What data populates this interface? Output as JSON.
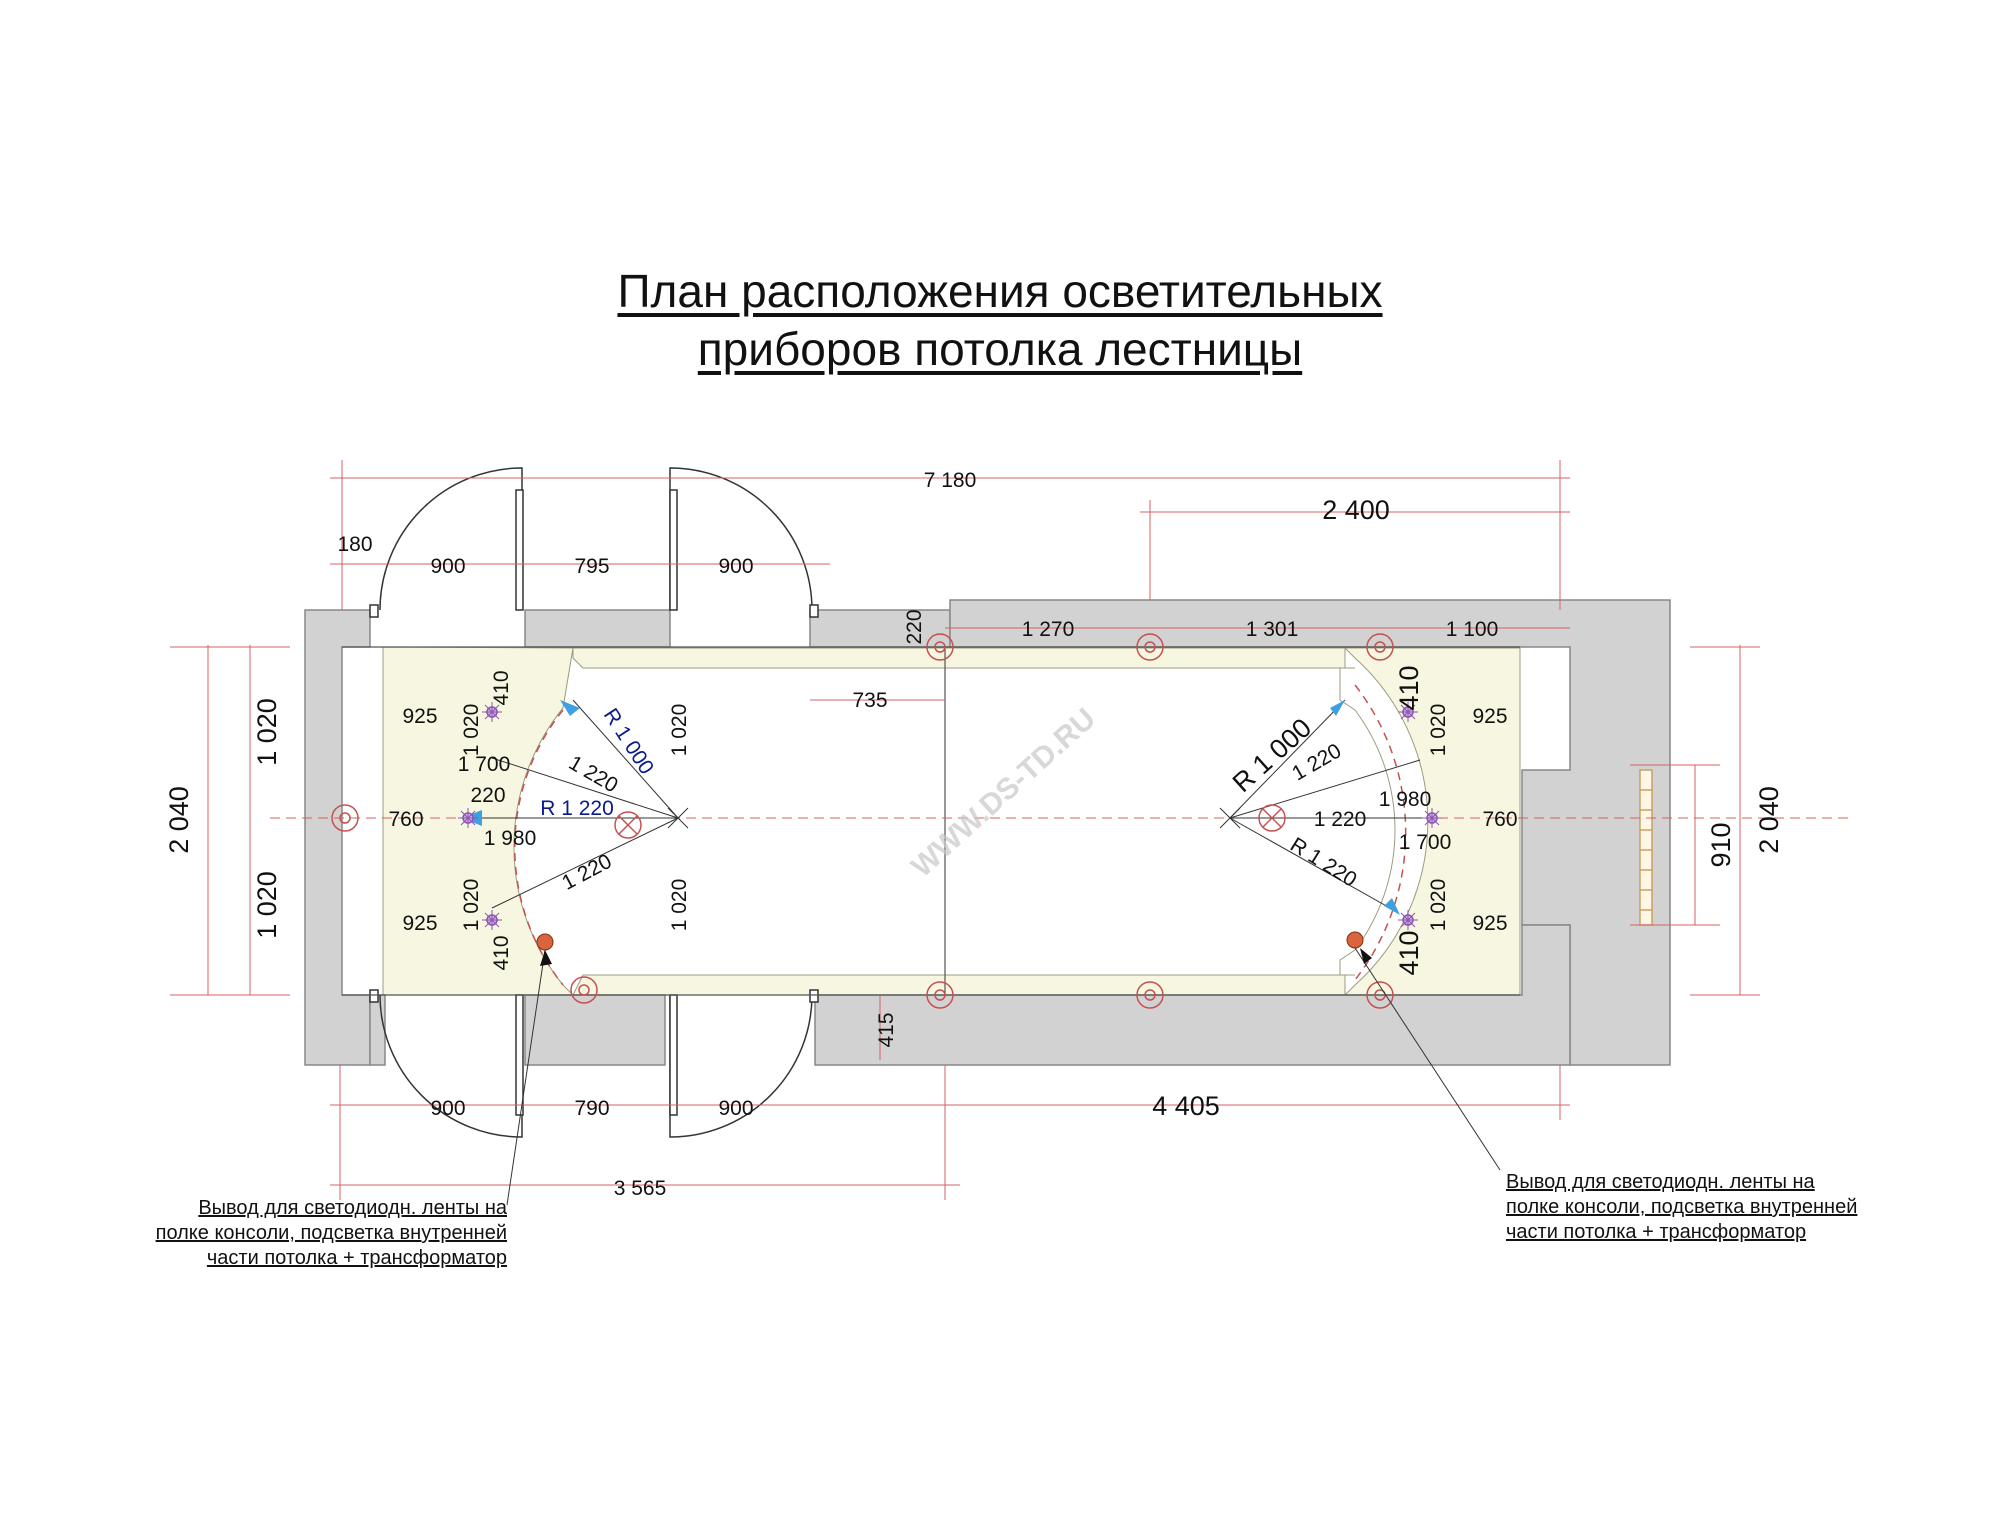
{
  "title": {
    "line1": "План расположения осветительных",
    "line2": "приборов потолка лестницы"
  },
  "watermark": "WWW.DS-TD.RU",
  "dimensions": {
    "overall_length": "7 180",
    "right_segment": "2 400",
    "top_wall_offset": "180",
    "door_top_left": "900",
    "between_doors_top": "795",
    "door_top_right": "900",
    "bottom_door_left": "900",
    "between_doors_bottom": "790",
    "bottom_door_right": "900",
    "bottom_left_total": "3 565",
    "bottom_right_total": "4 405",
    "top_recess": "220",
    "top_span_1": "1 270",
    "top_span_2": "1 301",
    "top_span_3": "1 100",
    "fixture_offset": "735",
    "bottom_recess": "415",
    "left_height_total": "2 040",
    "left_height_top": "1 020",
    "left_height_bottom": "1 020",
    "right_height_total": "2 040",
    "window_width": "910",
    "left": {
      "shelf_top": "925",
      "shelf_bottom": "925",
      "shelf_mid": "760",
      "arc_top": "410",
      "arc_bottom": "410",
      "inner_top": "1 020",
      "inner_bottom": "1 020",
      "center_top": "1 020",
      "center_bottom": "1 020",
      "span_1700": "1 700",
      "step_220": "220",
      "span_1980": "1 980",
      "radius_1220_upper": "1 220",
      "radius_1220_lower": "1 220",
      "radius_outer": "R 1 000",
      "radius_inner": "R 1 220"
    },
    "right": {
      "shelf_top": "925",
      "shelf_bottom": "925",
      "shelf_mid": "760",
      "arc_top": "410",
      "arc_bottom": "410",
      "inner_top": "1 020",
      "inner_bottom": "1 020",
      "span_1980": "1 980",
      "span_1700": "1 700",
      "span_1220_mid": "1 220",
      "radius_1220_upper": "1 220",
      "radius_outer": "R 1 000",
      "radius_inner": "R 1 220"
    }
  },
  "notes": {
    "left": [
      "Вывод для светодиодн. ленты на",
      "полке консоли, подсветка внутренней",
      "части потолка + трансформатор"
    ],
    "right": [
      "Вывод для светодиодн. ленты на",
      "полке консоли, подсветка внутренней",
      "части потолка + трансформатор"
    ]
  },
  "colors": {
    "wall": "#d2d2d2",
    "ceiling_shelf": "#f7f6e1",
    "outlet_marker": "#d9643e",
    "radius_arrow": "#3fa0e0",
    "dimension_line": "#d96060",
    "radius_text": "#0a1a8c"
  }
}
